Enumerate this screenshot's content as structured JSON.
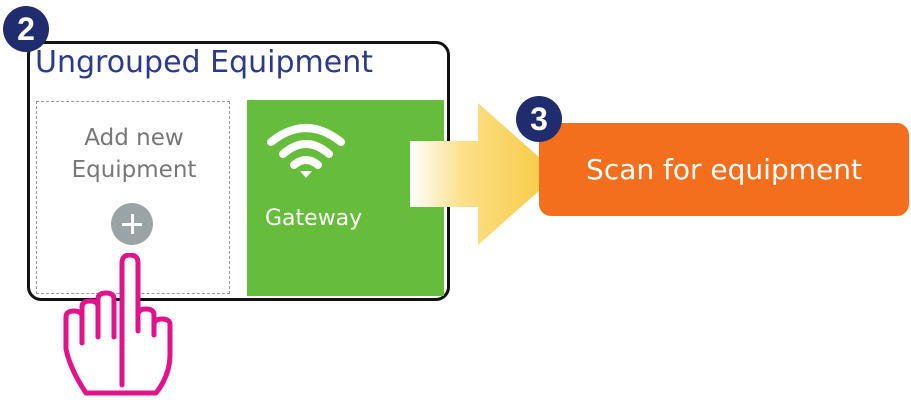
{
  "steps": {
    "group_step": "2",
    "scan_step": "3"
  },
  "group": {
    "title": "Ungrouped Equipment"
  },
  "add_tile": {
    "line1": "Add new",
    "line2": "Equipment",
    "icon": "plus-circle-icon"
  },
  "gateway_tile": {
    "label": "Gateway",
    "icon": "wifi-icon"
  },
  "scan_button": {
    "label": "Scan for equipment"
  },
  "colors": {
    "badge": "#1f2d6e",
    "title": "#2b3a8c",
    "gateway_tile": "#65bd3b",
    "scan_button": "#f36f1e",
    "arrow": "#f7c83b",
    "hand_outline": "#e0138c"
  }
}
